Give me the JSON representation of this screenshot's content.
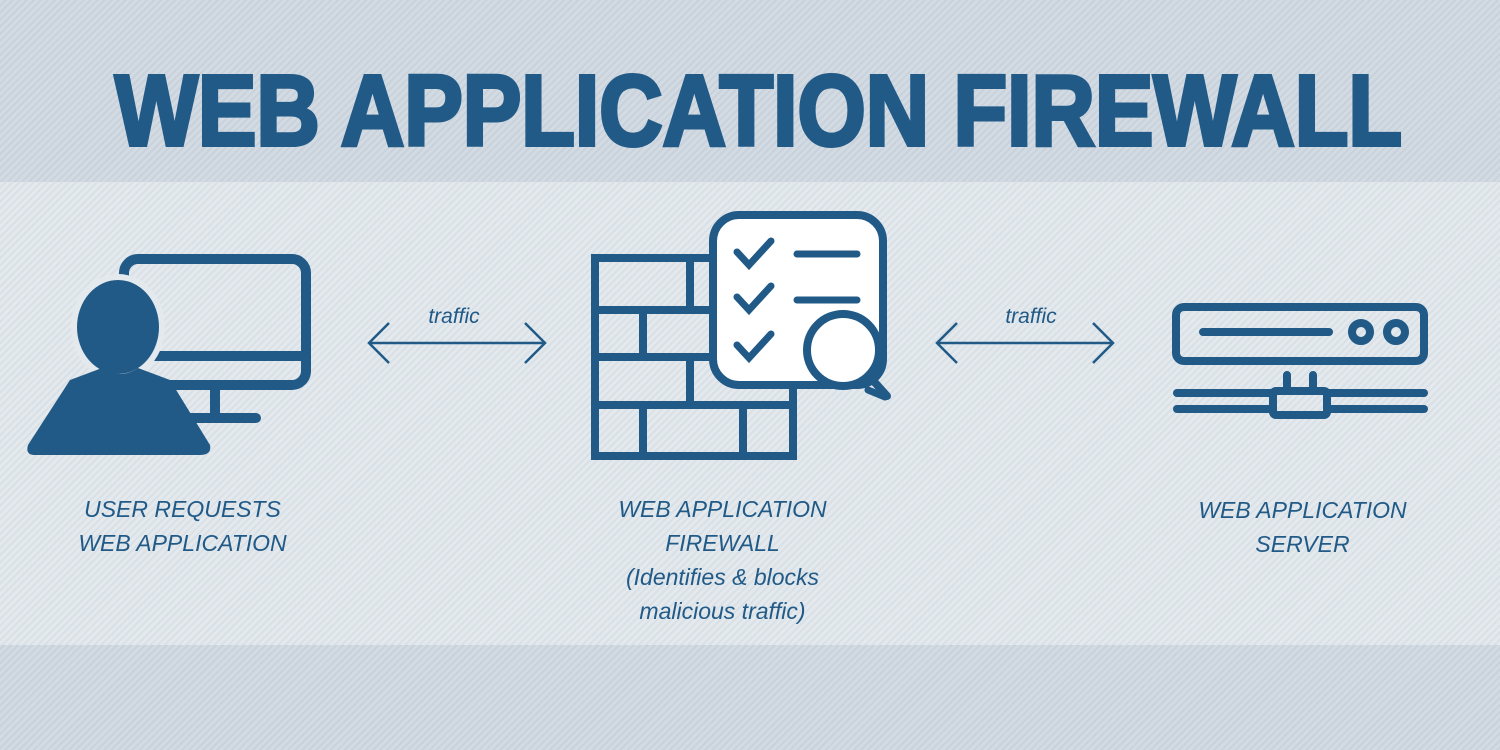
{
  "title": "WEB APPLICATION FIREWALL",
  "colors": {
    "primary": "#215a87"
  },
  "nodes": [
    {
      "icon": "user-computer-icon",
      "lines": [
        "USER REQUESTS",
        "WEB APPLICATION"
      ]
    },
    {
      "icon": "firewall-checklist-icon",
      "lines": [
        "WEB APPLICATION",
        "FIREWALL",
        "(Identifies & blocks",
        "malicious traffic)"
      ]
    },
    {
      "icon": "server-icon",
      "lines": [
        "WEB APPLICATION",
        "SERVER"
      ]
    }
  ],
  "arrows": [
    {
      "label": "traffic"
    },
    {
      "label": "traffic"
    }
  ]
}
